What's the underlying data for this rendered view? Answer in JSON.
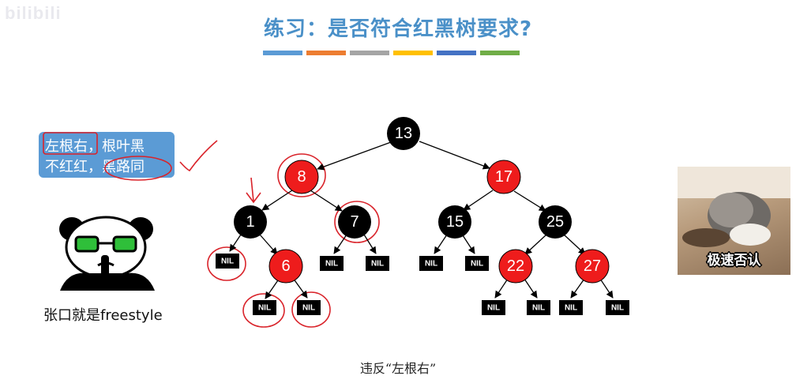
{
  "watermark": "bilibili",
  "title": "练习：是否符合红黑树要求?",
  "color_bars": [
    "#5b9bd5",
    "#ed7d31",
    "#a5a5a5",
    "#ffc000",
    "#4472c4",
    "#70ad47"
  ],
  "bubble": {
    "line1": "左根右，根叶黑",
    "line2": "不红红，黑路同"
  },
  "panda_caption": "张口就是freestyle",
  "tree": {
    "nodes": [
      {
        "key": "13",
        "color": "black"
      },
      {
        "key": "8",
        "color": "red"
      },
      {
        "key": "17",
        "color": "red"
      },
      {
        "key": "1",
        "color": "black"
      },
      {
        "key": "7",
        "color": "black"
      },
      {
        "key": "15",
        "color": "black"
      },
      {
        "key": "25",
        "color": "black"
      },
      {
        "key": "6",
        "color": "red"
      },
      {
        "key": "22",
        "color": "red"
      },
      {
        "key": "27",
        "color": "red"
      }
    ],
    "nil_label": "NIL"
  },
  "tree_caption": "违反“左根右”",
  "meme_caption": "极速否认",
  "colors": {
    "red_node": "#ee1c1c",
    "black_node": "#000000",
    "annotation": "#d9232a",
    "title": "#4a90c8"
  }
}
